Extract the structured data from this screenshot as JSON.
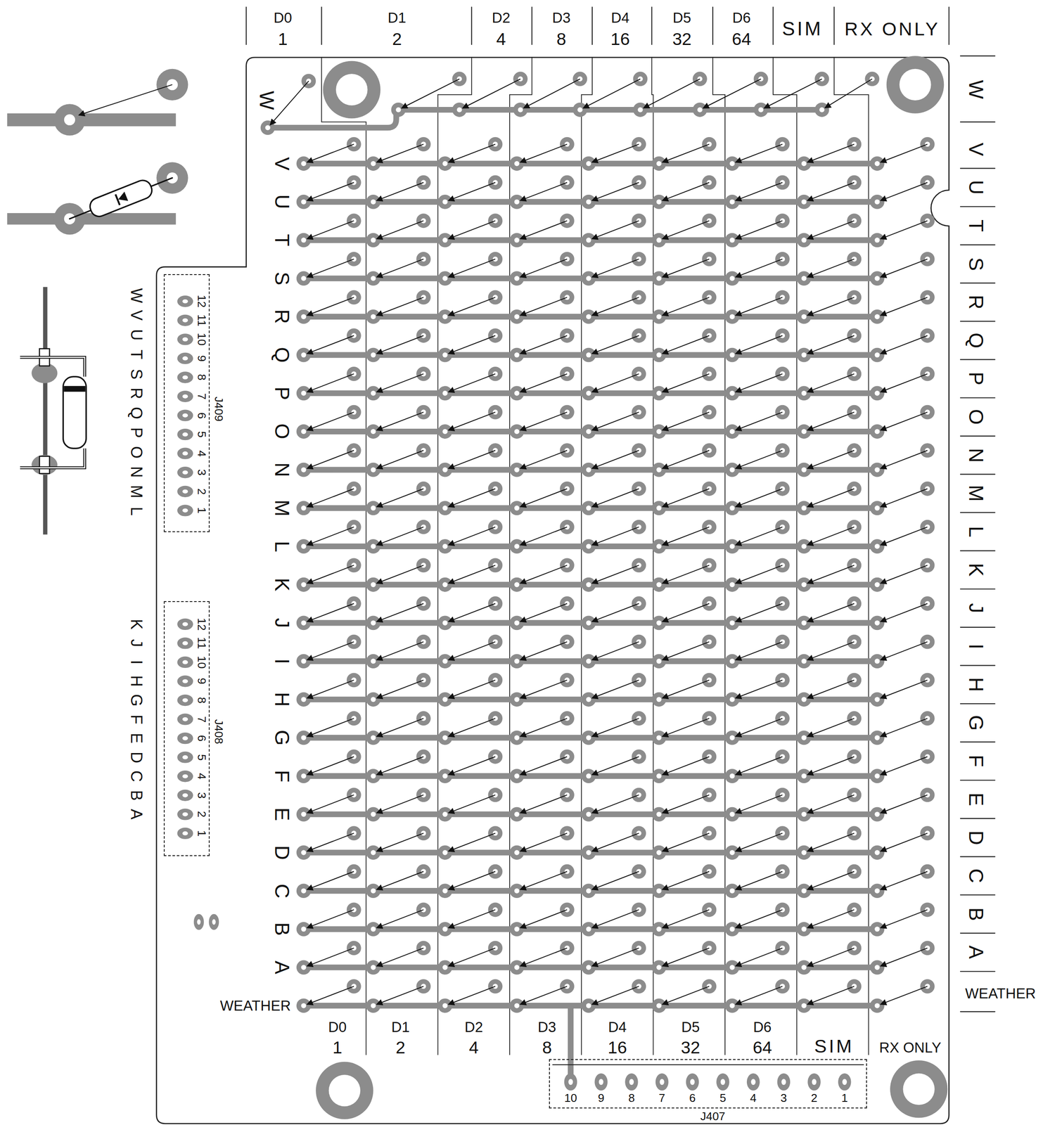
{
  "diagram": {
    "nodes": [
      {
        "text": [
          "J409",
          "12",
          "11",
          "10",
          "9",
          "8",
          "7",
          "6",
          "5",
          "4",
          "3",
          "2",
          "1"
        ]
      },
      {
        "text": [
          "J408",
          "12",
          "11",
          "10",
          "9",
          "8",
          "7",
          "6",
          "5",
          "4",
          "3",
          "2",
          "1"
        ]
      },
      {
        "text": [
          "J407",
          "10",
          "9",
          "8",
          "7",
          "6",
          "5",
          "4",
          "3",
          "2",
          "1"
        ]
      }
    ],
    "labels": [
      "D0",
      "1",
      "D1",
      "2",
      "D2",
      "4",
      "D3",
      "8",
      "D4",
      "16",
      "D5",
      "32",
      "D6",
      "64",
      "SIM",
      "RX ONLY",
      "W",
      "V",
      "U",
      "T",
      "S",
      "R",
      "Q",
      "P",
      "O",
      "N",
      "M",
      "L",
      "K",
      "J",
      "I",
      "H",
      "G",
      "F",
      "E",
      "D",
      "C",
      "B",
      "A",
      "WEATHER",
      "W",
      "V",
      "U",
      "T",
      "S",
      "R",
      "Q",
      "P",
      "O",
      "N",
      "M",
      "L",
      "K",
      "J",
      "I",
      "H",
      "G",
      "F",
      "E",
      "D",
      "C",
      "B",
      "A",
      "WEATHER",
      "W",
      "V",
      "U",
      "T",
      "S",
      "R",
      "Q",
      "P",
      "O",
      "N",
      "M",
      "L",
      "K",
      "J",
      "I",
      "H",
      "G",
      "F",
      "E",
      "D",
      "C",
      "B",
      "A",
      "D0",
      "1",
      "D1",
      "2",
      "D2",
      "4",
      "D3",
      "8",
      "D4",
      "16",
      "D5",
      "32",
      "D6",
      "64",
      "SIM",
      "RX ONLY"
    ]
  }
}
